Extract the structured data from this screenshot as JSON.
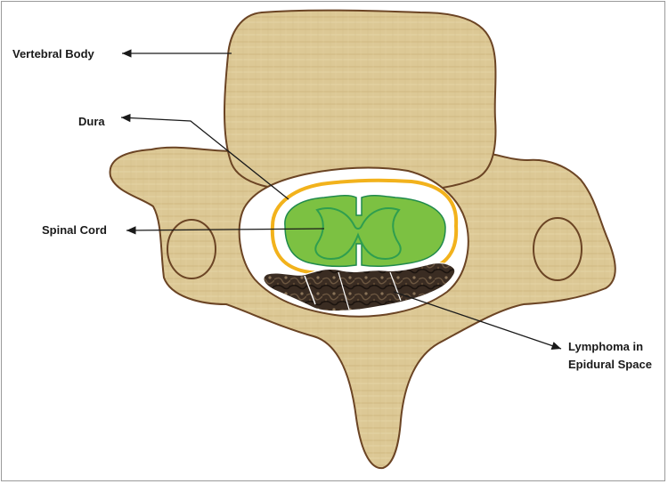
{
  "labels": {
    "vertebral_body": "Vertebral Body",
    "dura": "Dura",
    "spinal_cord": "Spinal Cord",
    "lymphoma_line1": "Lymphoma in",
    "lymphoma_line2": "Epidural Space"
  },
  "colors": {
    "bone": "#d9c48f",
    "bone_outline": "#6b4424",
    "dura": "#f2b21c",
    "cord": "#7cc142",
    "cord_outline": "#1f8a4c",
    "grey_matter": "#2f9e4f",
    "lymphoma": "#3a2c22"
  }
}
